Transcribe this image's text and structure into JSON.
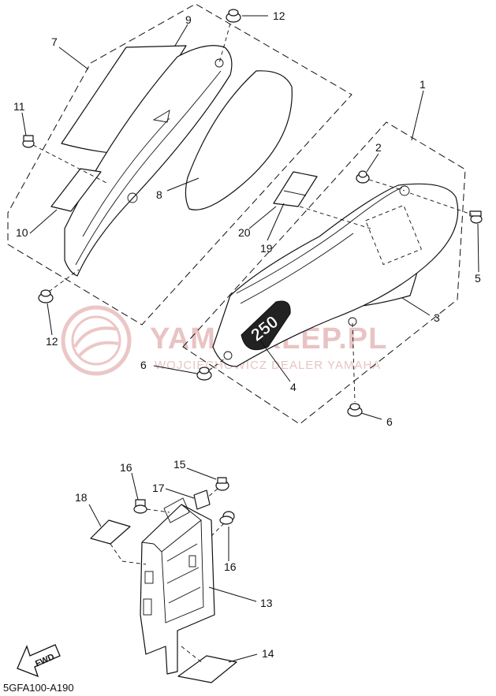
{
  "watermark": {
    "title": "YAMASKLEP.PL",
    "subtitle": "WOJCIECHOWICZ DEALER YAMAHA"
  },
  "decal_text": "250",
  "fwd_label": "FWD",
  "diagram_code": "5GFA100-A190",
  "callouts": [
    {
      "id": "c1",
      "label": "1"
    },
    {
      "id": "c2",
      "label": "2"
    },
    {
      "id": "c3",
      "label": "3"
    },
    {
      "id": "c4",
      "label": "4"
    },
    {
      "id": "c5",
      "label": "5"
    },
    {
      "id": "c6a",
      "label": "6"
    },
    {
      "id": "c6b",
      "label": "6"
    },
    {
      "id": "c7",
      "label": "7"
    },
    {
      "id": "c8",
      "label": "8"
    },
    {
      "id": "c9",
      "label": "9"
    },
    {
      "id": "c10",
      "label": "10"
    },
    {
      "id": "c11",
      "label": "11"
    },
    {
      "id": "c12a",
      "label": "12"
    },
    {
      "id": "c12b",
      "label": "12"
    },
    {
      "id": "c13",
      "label": "13"
    },
    {
      "id": "c14",
      "label": "14"
    },
    {
      "id": "c15",
      "label": "15"
    },
    {
      "id": "c16a",
      "label": "16"
    },
    {
      "id": "c16b",
      "label": "16"
    },
    {
      "id": "c17",
      "label": "17"
    },
    {
      "id": "c18",
      "label": "18"
    },
    {
      "id": "c19",
      "label": "19"
    },
    {
      "id": "c20",
      "label": "20"
    }
  ]
}
